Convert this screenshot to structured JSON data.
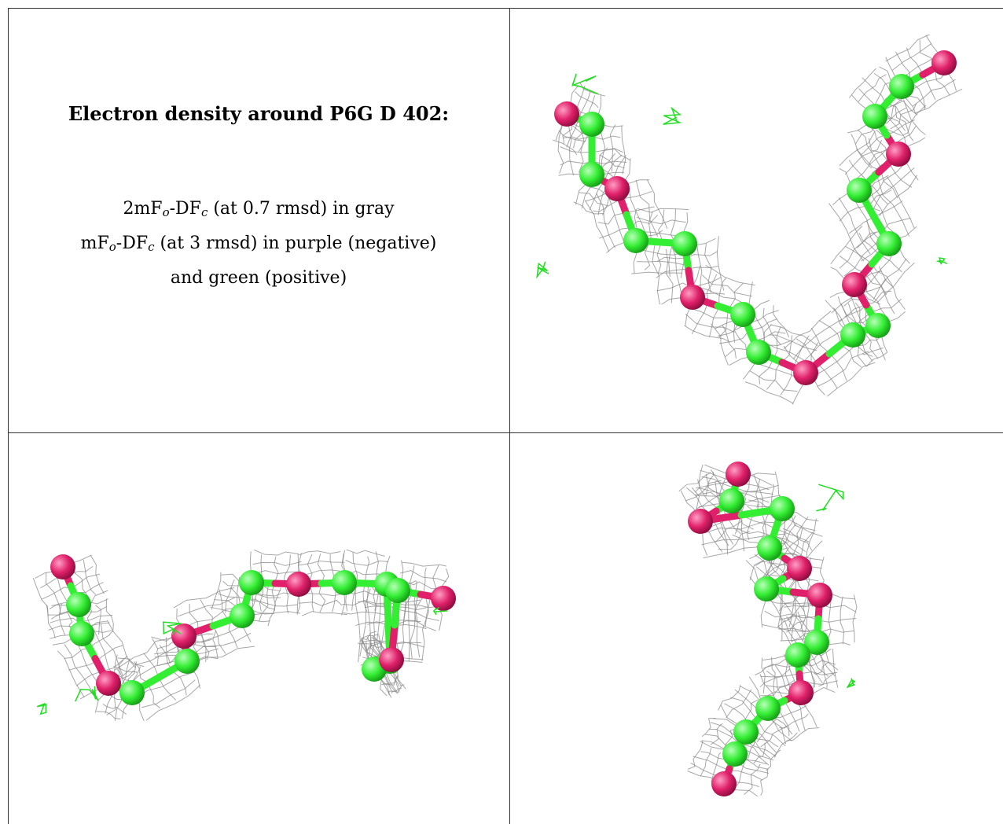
{
  "title": "Electron density around P6G D 402:",
  "legend": {
    "line1": {
      "pre": "2mF",
      "sub1": "o",
      "mid": "-DF",
      "sub2": "c",
      "post": " (at 0.7 rmsd) in gray"
    },
    "line2": {
      "pre": "mF",
      "sub1": "o",
      "mid": "-DF",
      "sub2": "c",
      "post": " (at 3 rmsd) in purple (negative)"
    },
    "line3": "and green (positive)"
  },
  "colors": {
    "mesh": "#8a8a8a",
    "carbon": "#33ee33",
    "oxygen": "#e0206a",
    "diff_positive": "#22dd22"
  },
  "panels": [
    {
      "name": "view-front",
      "icon": "molecule-mesh-icon"
    },
    {
      "name": "view-side",
      "icon": "molecule-mesh-icon"
    },
    {
      "name": "view-top",
      "icon": "molecule-mesh-icon"
    }
  ]
}
